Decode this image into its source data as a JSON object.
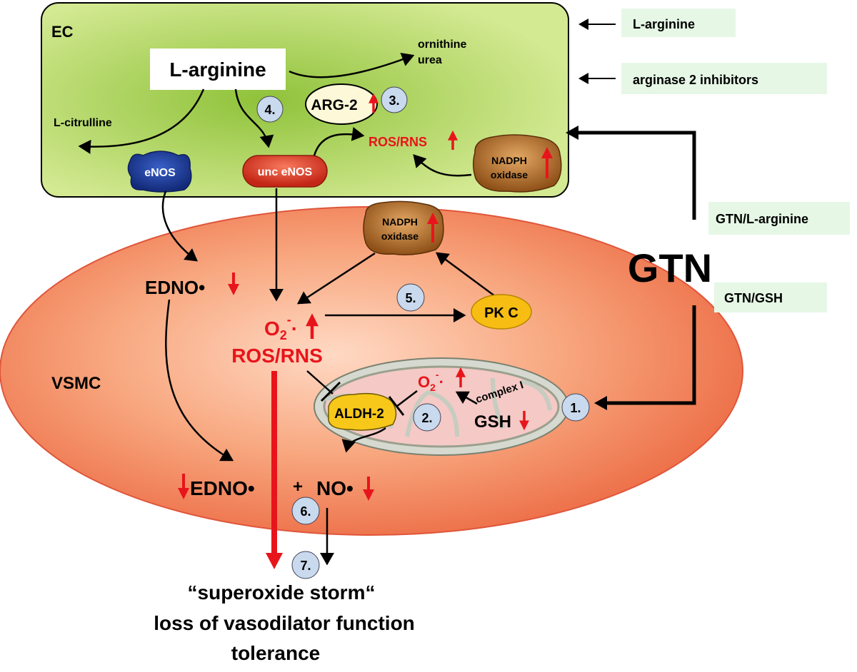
{
  "cells": {
    "ec_label": "EC",
    "vsmc_label": "VSMC"
  },
  "ec": {
    "l_arginine": "L-arginine",
    "ornithine": "ornithine",
    "urea": "urea",
    "arg2": "ARG-2",
    "l_citrulline": "L-citrulline",
    "enos": "eNOS",
    "unc_enos": "unc eNOS",
    "ros_rns": "ROS/RNS",
    "nadph_line1": "NADPH",
    "nadph_line2": "oxidase"
  },
  "vsmc": {
    "nadph_line1": "NADPH",
    "nadph_line2": "oxidase",
    "edno_top": "EDNO•",
    "o2_main": "O",
    "o2_sub": "2",
    "o2_sup": "-",
    "o2_dot": "·",
    "ros_rns": "ROS/RNS",
    "pkc": "PK C",
    "aldh2": "ALDH-2",
    "mito_o2": "O",
    "mito_o2_sub": "2",
    "mito_o2_sup": "-",
    "mito_o2_dot": "·",
    "complex": "complex I",
    "gsh": "GSH",
    "edno_bottom": "EDNO•",
    "plus": "+",
    "no": "NO•"
  },
  "steps": [
    "1.",
    "2.",
    "3.",
    "4.",
    "5.",
    "6.",
    "7."
  ],
  "gtn": "GTN",
  "interventions": {
    "l_arginine": "L-arginine",
    "arginase_inhibitors": "arginase 2 inhibitors",
    "gtn_l_arginine": "GTN/L-arginine",
    "gtn_gsh": "GTN/GSH"
  },
  "outcome": {
    "line1": "“superoxide storm“",
    "line2": "loss of vasodilator function",
    "line3": "tolerance"
  },
  "colors": {
    "ec_fill": "#c4e07a",
    "vsmc_fill": "#f28a5e",
    "arrow_red": "#e8141b",
    "step_circle": "#c9d9ee",
    "side_box": "#e6f7e6",
    "enos": "#1f3fa0",
    "unc_enos": "#d9392a",
    "nadph": "#b36a2a",
    "pkc": "#f7bd12",
    "aldh2": "#f7c81a"
  }
}
